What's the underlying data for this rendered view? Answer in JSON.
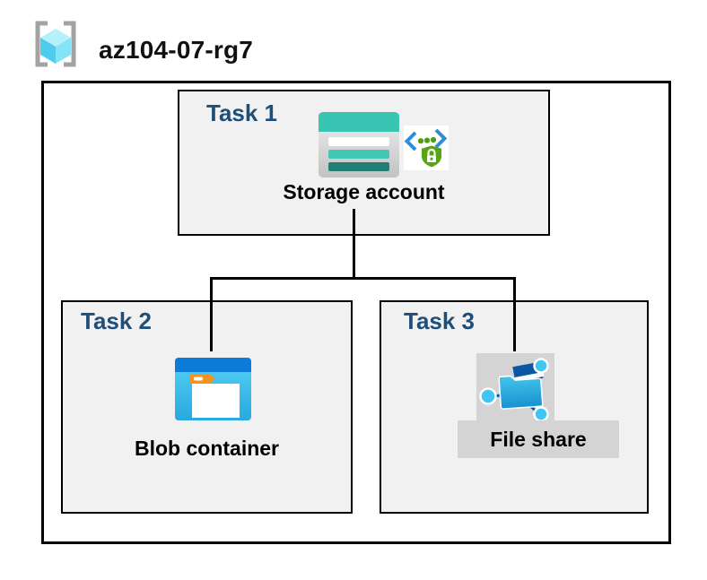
{
  "title": {
    "resource_group": "az104-07-rg7"
  },
  "tasks": [
    {
      "label": "Task 1",
      "item": "Storage account"
    },
    {
      "label": "Task 2",
      "item": "Blob container"
    },
    {
      "label": "Task 3",
      "item": "File share"
    }
  ],
  "icons": {
    "resource_group": "resource-group-brackets-cube-icon",
    "storage_account": "storage-account-icon",
    "sas": "code-chevrons-shield-lock-icon",
    "blob_container": "blob-container-folder-icon",
    "file_share": "file-share-network-folder-icon"
  },
  "colors": {
    "task_label_navy": "#1F4E79",
    "box_fill": "#F1F1F1",
    "border_black": "#000000",
    "storage_teal": "#38C5B3",
    "storage_teal_dark": "#217F74",
    "blob_blue": "#0D7BD8",
    "blob_cyan": "#3FC6F3",
    "sas_green": "#58A414",
    "sas_chevron_blue": "#2F8DD8",
    "blob_tab_orange": "#F6921E",
    "fileshare_navy": "#0B57A3",
    "gray_band": "#D4D4D4",
    "rg_bracket_gray": "#A3A3A3"
  }
}
